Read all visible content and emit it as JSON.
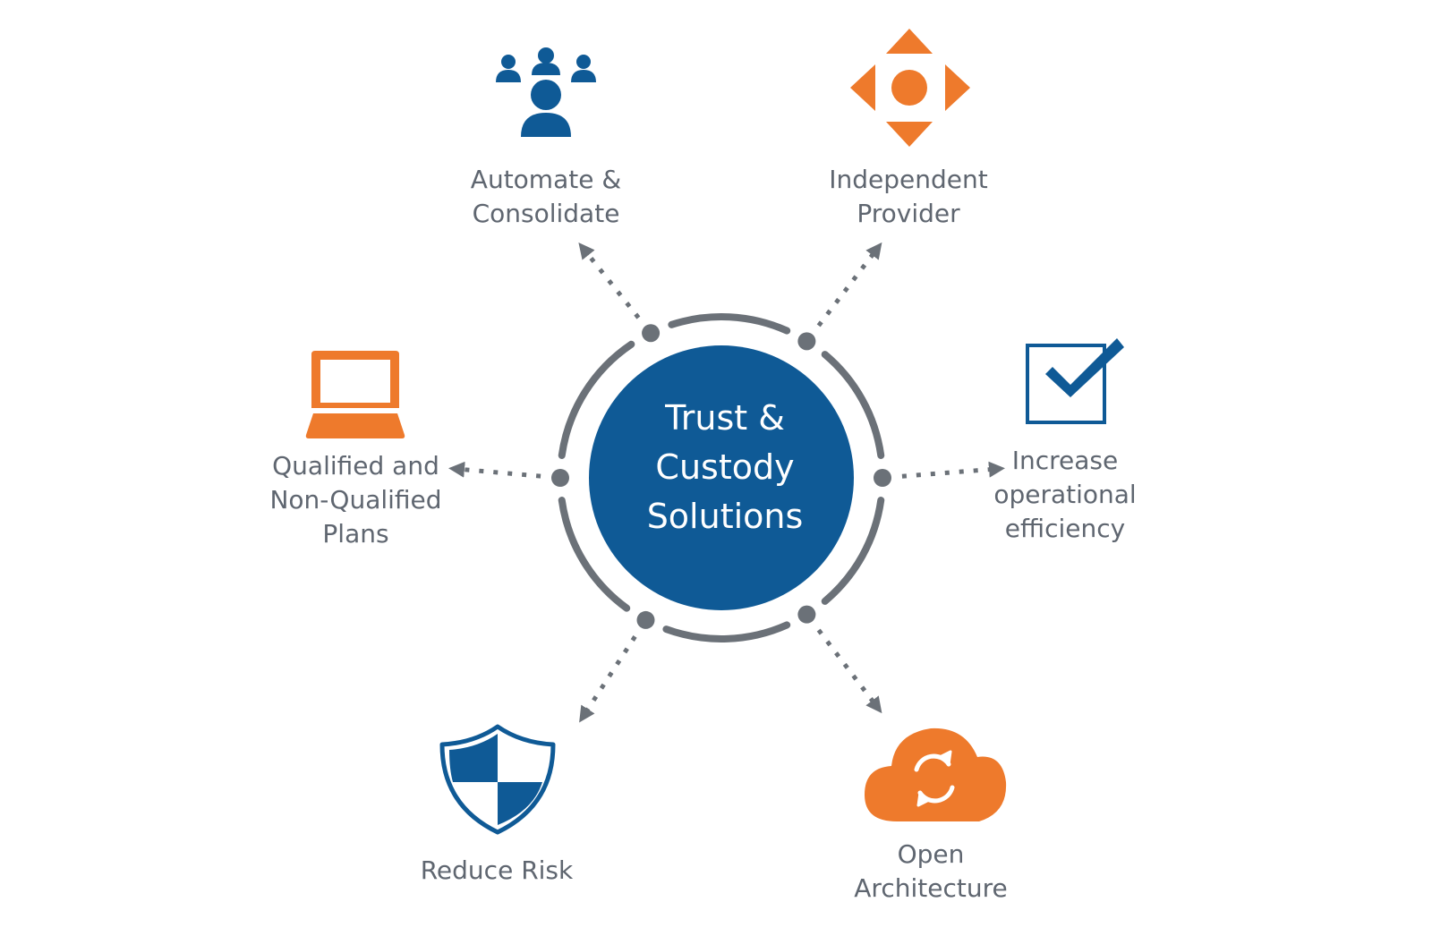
{
  "colors": {
    "blue": "#0f5a96",
    "orange": "#ee7a2c",
    "gray": "#6b7178",
    "text": "#5f6670"
  },
  "center": {
    "lines": [
      "Trust &",
      "Custody",
      "Solutions"
    ]
  },
  "nodes": [
    {
      "id": "automate",
      "icon": "people-group-icon",
      "lines": [
        "Automate &",
        "Consolidate"
      ]
    },
    {
      "id": "independent",
      "icon": "directional-arrows-icon",
      "lines": [
        "Independent",
        "Provider"
      ]
    },
    {
      "id": "efficiency",
      "icon": "checkbox-icon",
      "lines": [
        "Increase",
        "operational",
        "efficiency"
      ]
    },
    {
      "id": "open",
      "icon": "cloud-sync-icon",
      "lines": [
        "Open",
        "Architecture"
      ]
    },
    {
      "id": "risk",
      "icon": "shield-icon",
      "lines": [
        "Reduce Risk"
      ]
    },
    {
      "id": "plans",
      "icon": "laptop-icon",
      "lines": [
        "Qualified and",
        "Non-Qualified",
        "Plans"
      ]
    }
  ]
}
